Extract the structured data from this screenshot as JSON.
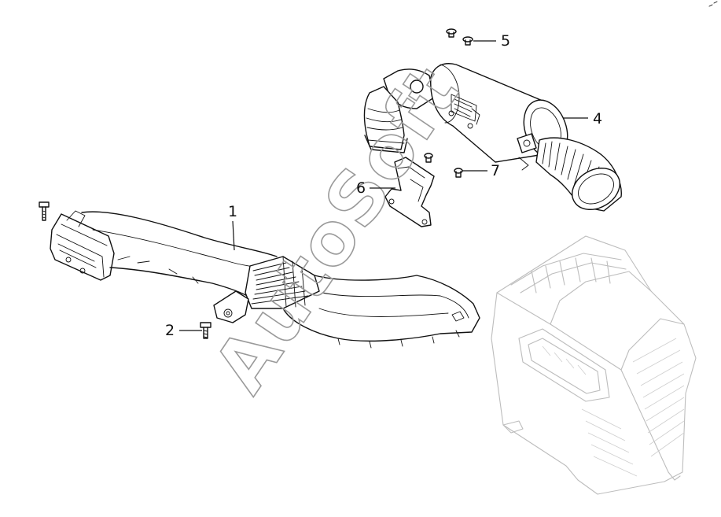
{
  "diagram": {
    "watermark": "AutoSoft",
    "callouts": [
      {
        "id": "1",
        "label": "1"
      },
      {
        "id": "2",
        "label": "2"
      },
      {
        "id": "4",
        "label": "4"
      },
      {
        "id": "5",
        "label": "5"
      },
      {
        "id": "6",
        "label": "6"
      },
      {
        "id": "7",
        "label": "7"
      }
    ]
  },
  "colors": {
    "line": "#111111",
    "ghost_part": "#bdbdbd",
    "watermark": "#9a9a9a",
    "background": "#ffffff"
  }
}
